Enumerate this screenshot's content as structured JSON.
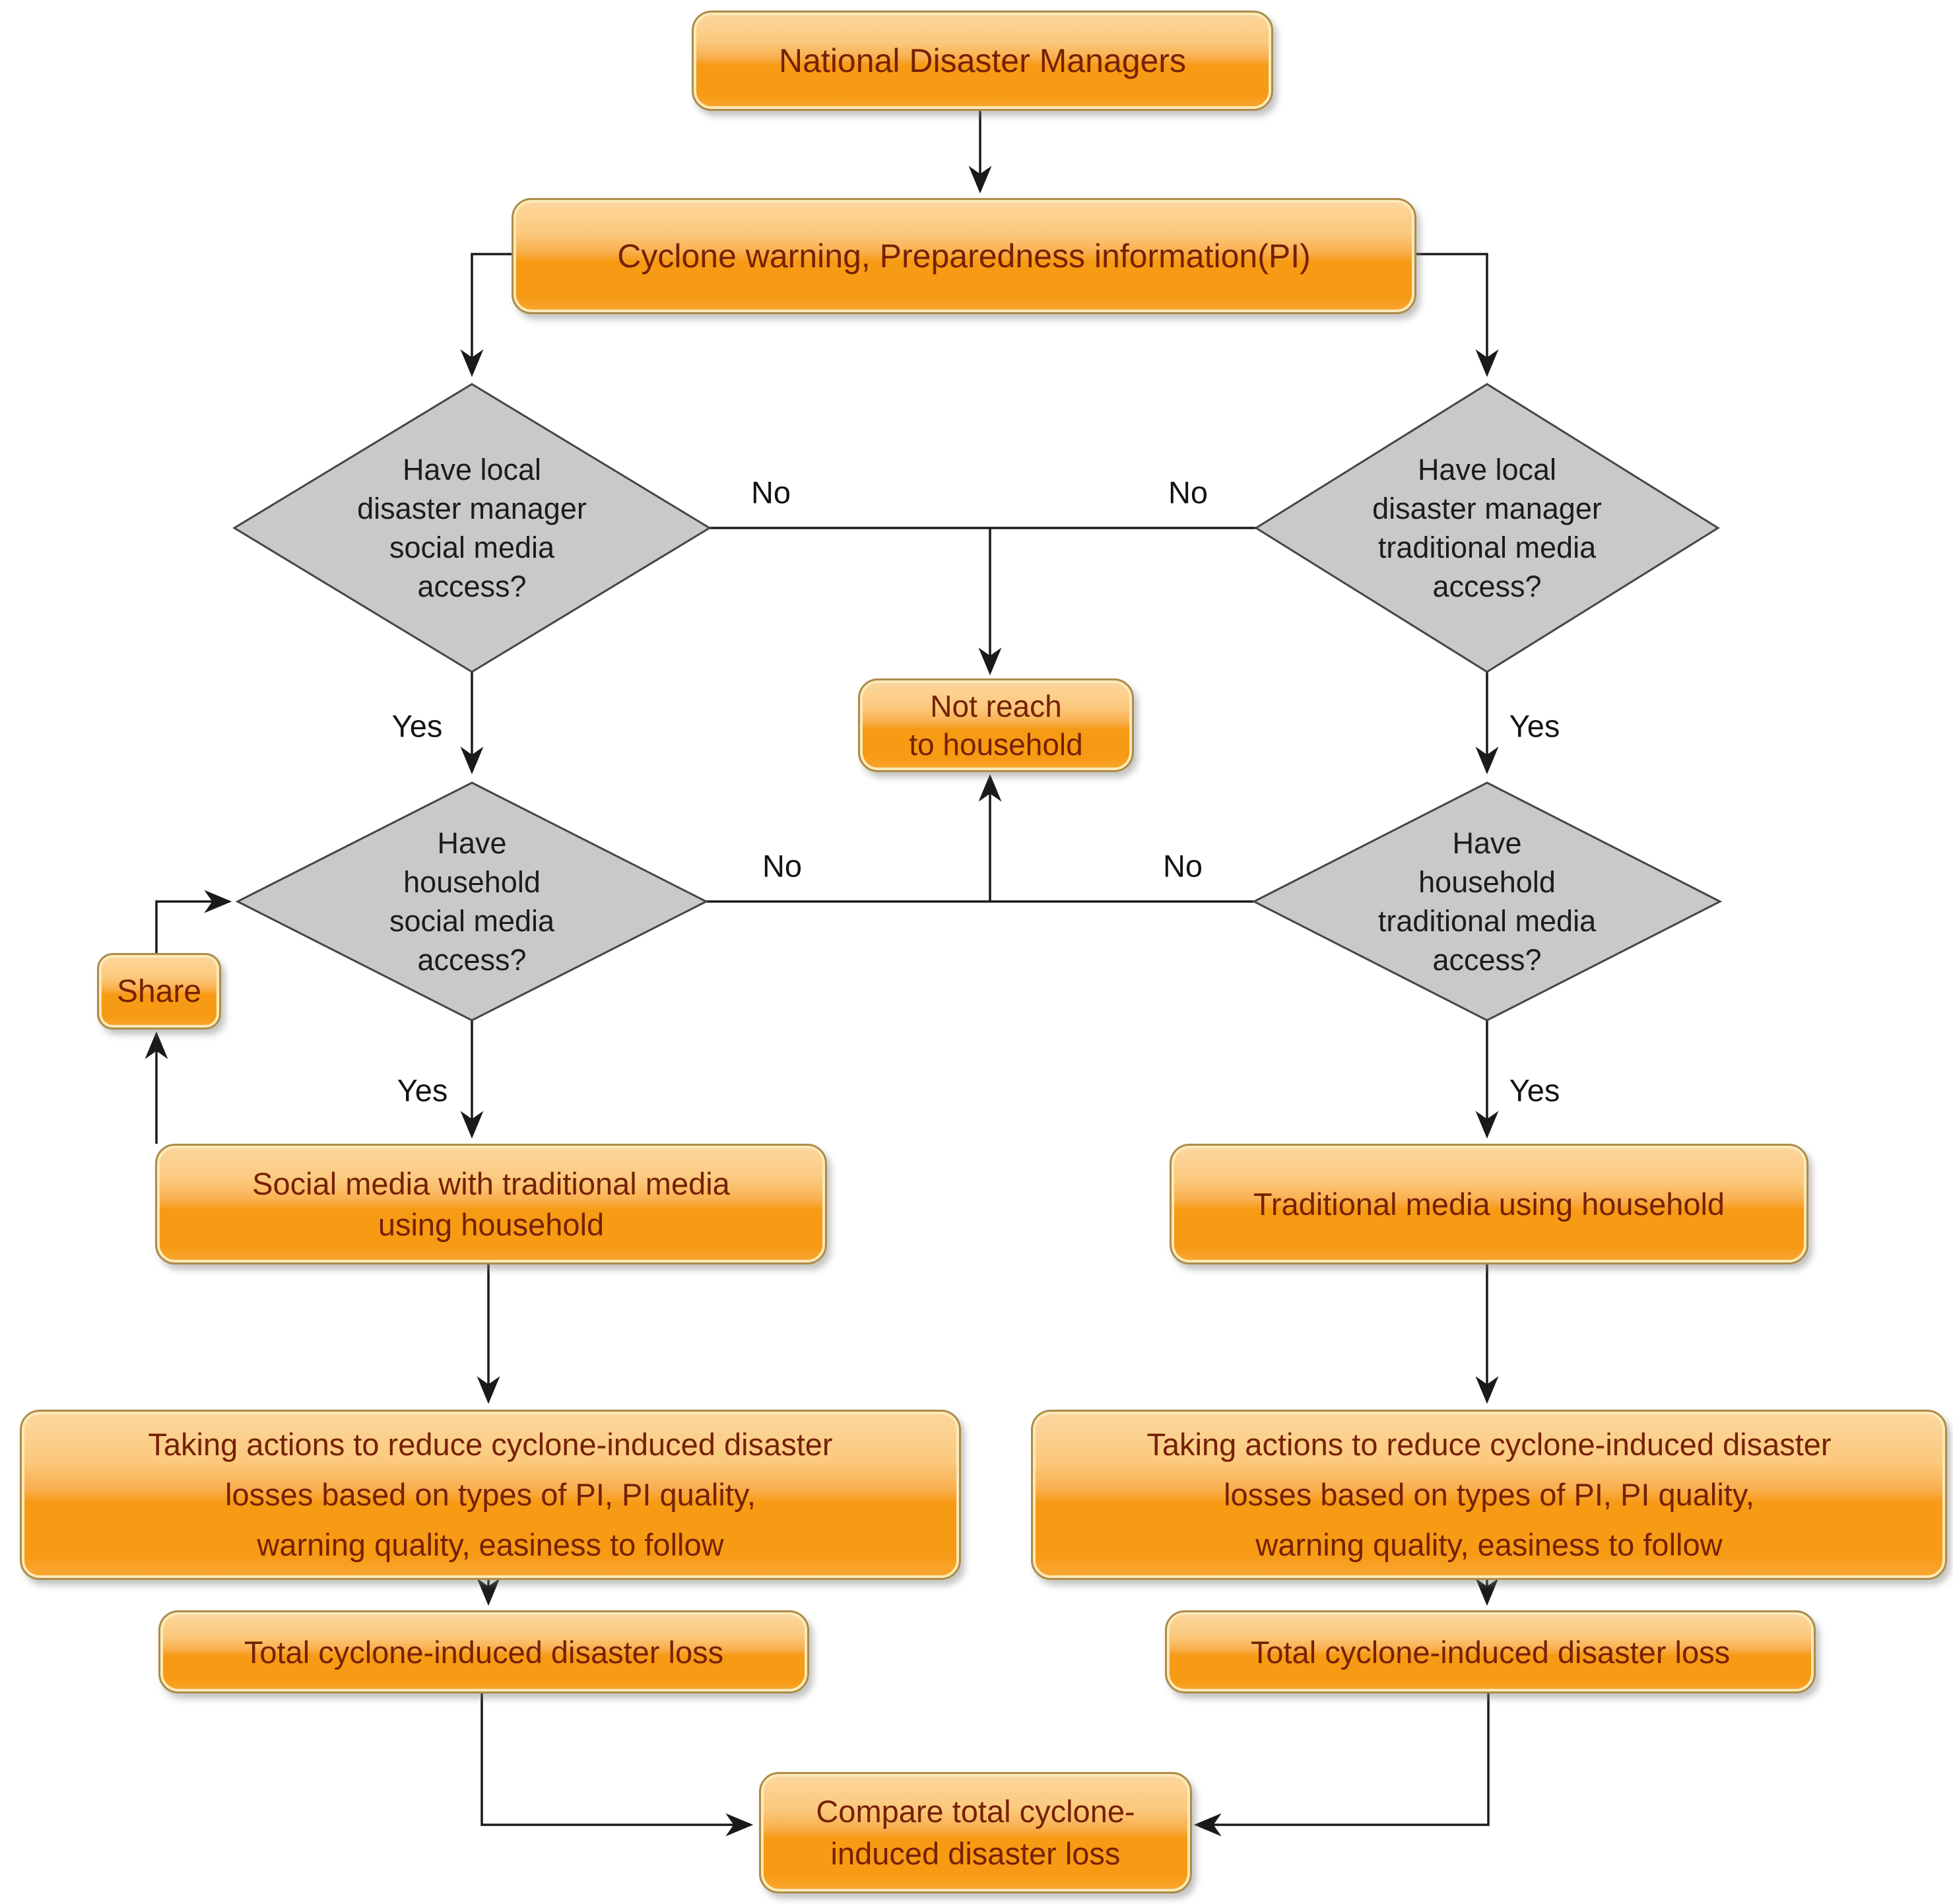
{
  "nodes": {
    "national": {
      "label": "National Disaster Managers"
    },
    "cyclone": {
      "label": "Cyclone warning, Preparedness information(PI)"
    },
    "dm_social": {
      "label": "Have local\ndisaster manager\nsocial media\naccess?"
    },
    "dm_traditional": {
      "label": "Have local\ndisaster manager\ntraditional media\naccess?"
    },
    "not_reach": {
      "label": "Not reach\nto household"
    },
    "hh_social": {
      "label": "Have\nhousehold\nsocial media\naccess?"
    },
    "hh_traditional": {
      "label": "Have\nhousehold\ntraditional media\naccess?"
    },
    "share": {
      "label": "Share"
    },
    "social_household": {
      "label": "Social media with traditional media\nusing household"
    },
    "traditional_household": {
      "label": "Traditional media using household"
    },
    "taking_actions_left": {
      "label": "Taking actions to reduce cyclone-induced disaster\nlosses based on types of PI, PI quality,\nwarning quality, easiness to follow"
    },
    "taking_actions_right": {
      "label": "Taking actions to reduce cyclone-induced disaster\nlosses based on types of PI, PI quality,\nwarning quality, easiness to follow"
    },
    "total_left": {
      "label": "Total cyclone-induced disaster loss"
    },
    "total_right": {
      "label": "Total cyclone-induced disaster loss"
    },
    "compare": {
      "label": "Compare total cyclone-\ninduced disaster loss"
    }
  },
  "edge_labels": {
    "no_dm_social": "No",
    "no_dm_traditional": "No",
    "yes_dm_social": "Yes",
    "yes_dm_traditional": "Yes",
    "no_hh_social": "No",
    "no_hh_traditional": "No",
    "yes_hh_social": "Yes",
    "yes_hh_traditional": "Yes"
  },
  "colors": {
    "box_gradient_top": "#fcd79f",
    "box_gradient_main": "#f79a14",
    "box_border": "#ad8c4a",
    "box_text": "#752105",
    "diamond_fill": "#c9c9c9",
    "diamond_border": "#454545",
    "line": "#1a1a1a",
    "background": "#ffffff"
  }
}
